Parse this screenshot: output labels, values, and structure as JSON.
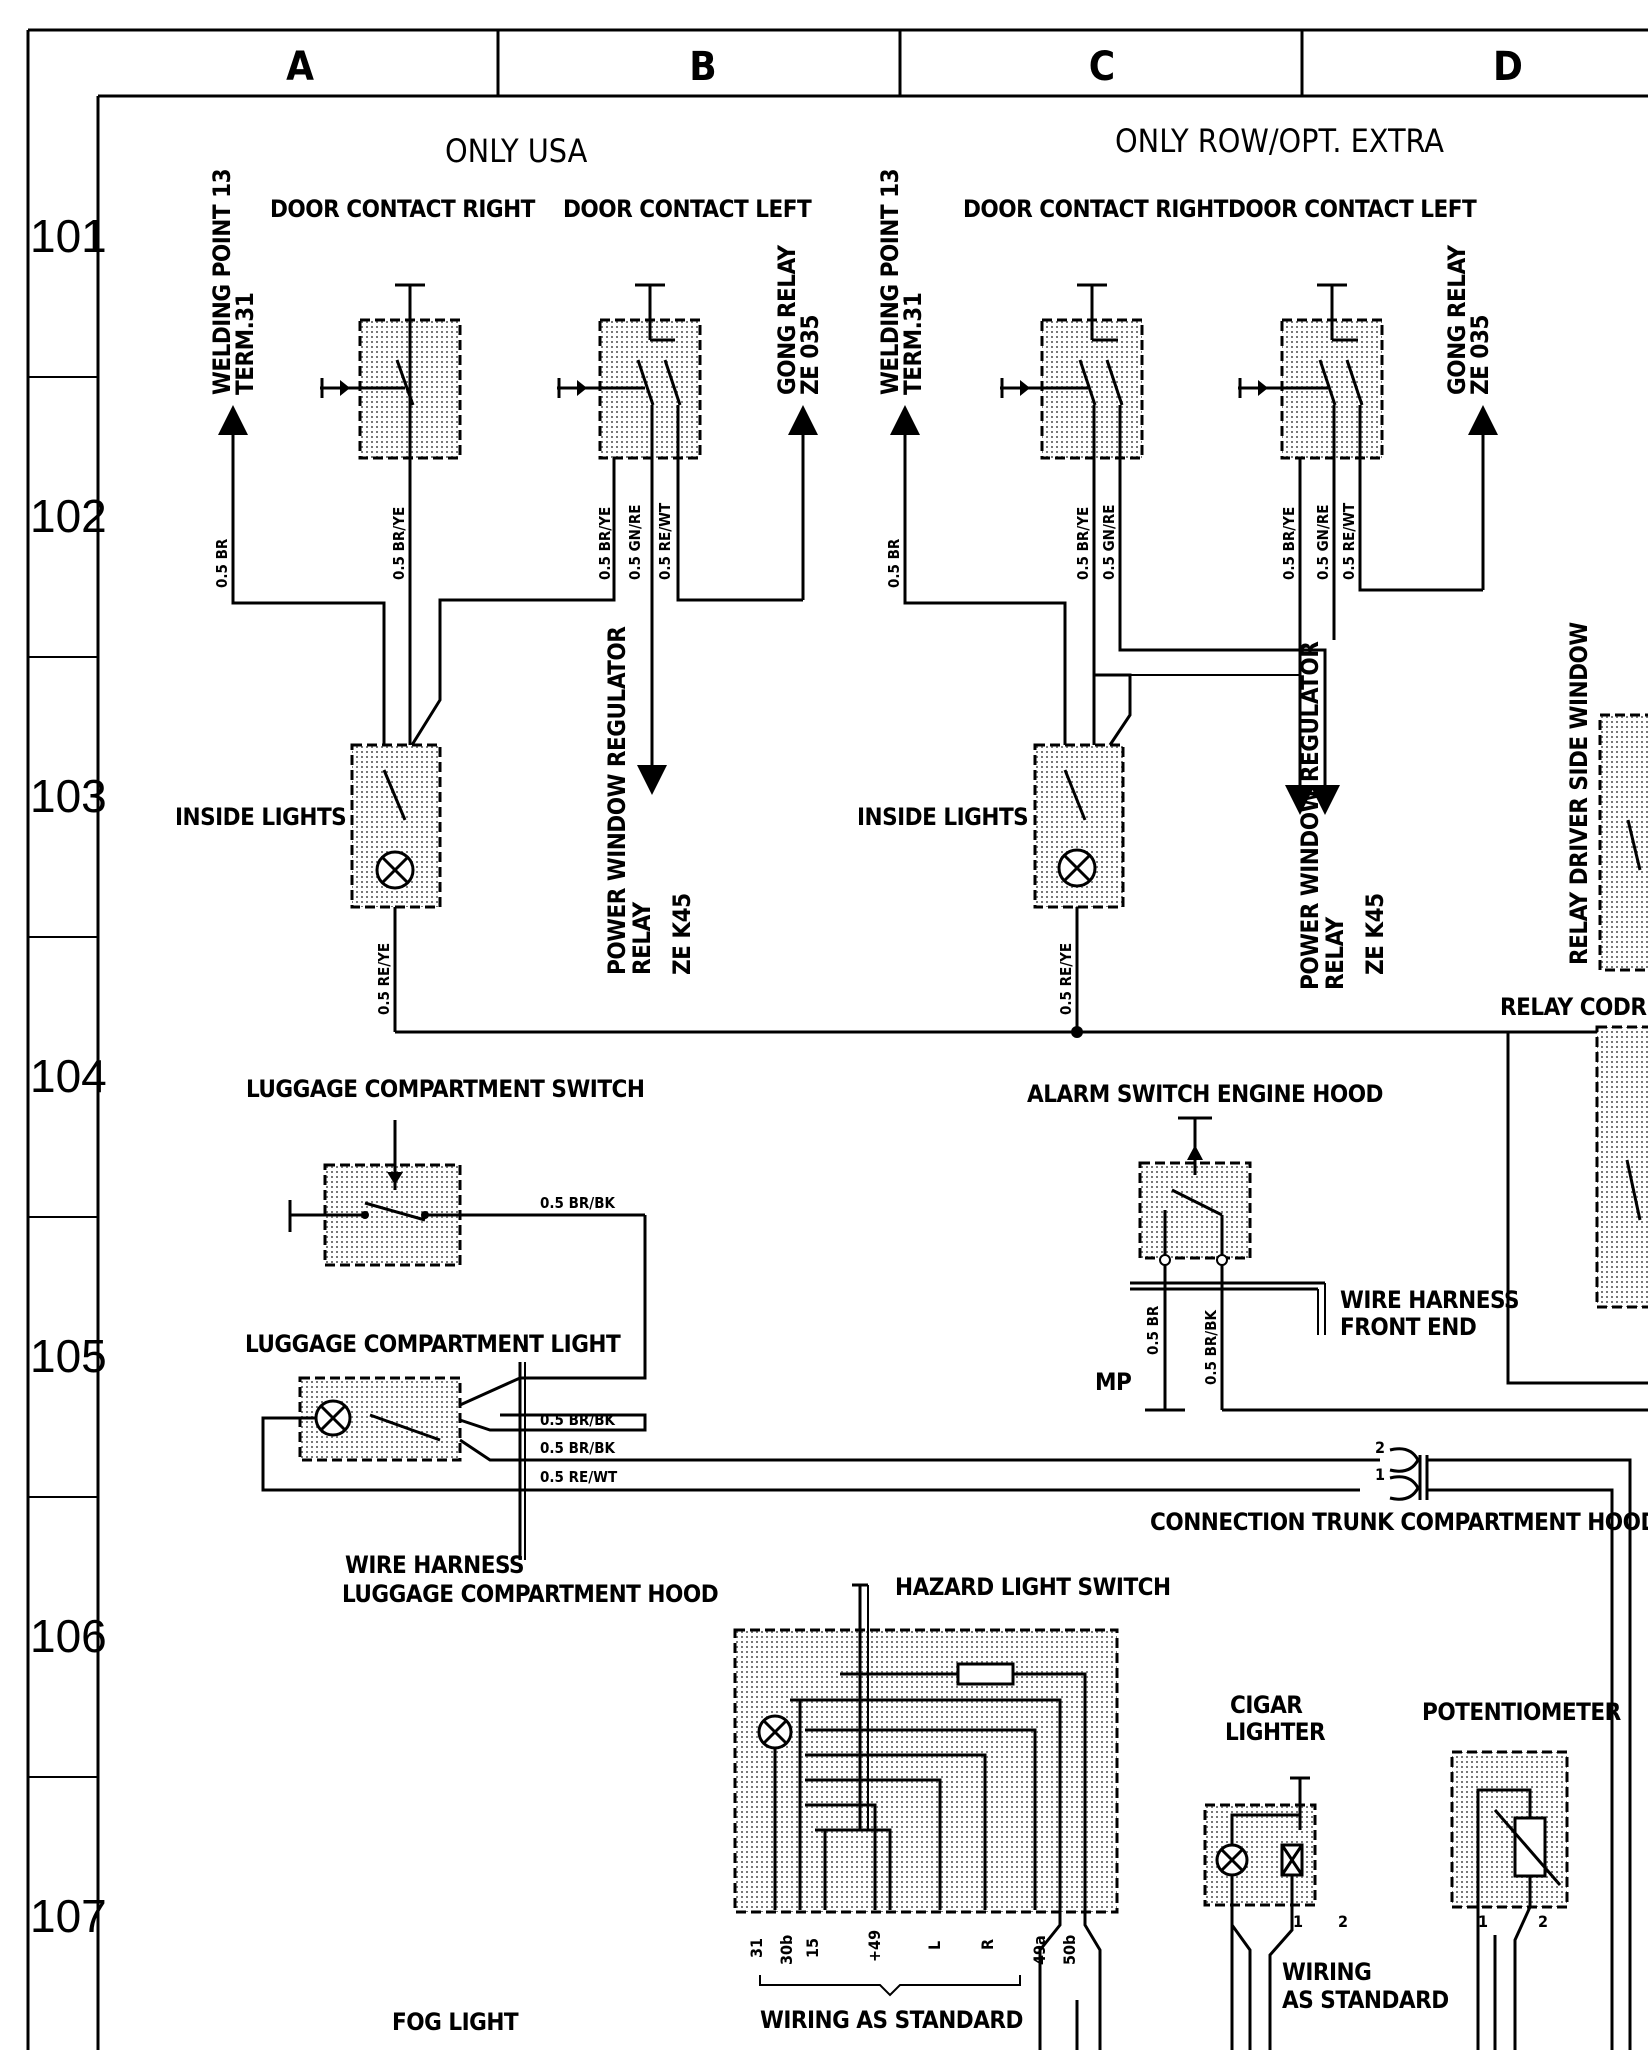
{
  "columns": [
    "A",
    "B",
    "C",
    "D"
  ],
  "rows": [
    "101",
    "102",
    "103",
    "104",
    "105",
    "106",
    "107"
  ],
  "region_labels": {
    "usa": "ONLY USA",
    "row": "ONLY ROW/OPT. EXTRA"
  },
  "usa": {
    "door_contact_right": "DOOR CONTACT RIGHT",
    "door_contact_left": "DOOR CONTACT LEFT",
    "welding_point": "WELDING POINT 13",
    "welding_term": "TERM.31",
    "gong_relay": "GONG RELAY",
    "gong_code": "ZE  035",
    "inside_lights": "INSIDE LIGHTS",
    "pw_line1": "POWER WINDOW REGULATOR",
    "pw_line2": "RELAY",
    "pw_line3": "ZE  K45",
    "w_br": "0.5 BR",
    "w_brye": "0.5 BR/YE",
    "w_brye2": "0.5 BR/YE",
    "w_gnre": "0.5 GN/RE",
    "w_rewt": "0.5 RE/WT",
    "w_reye": "0.5 RE/YE"
  },
  "row": {
    "door_contact_right": "DOOR CONTACT RIGHT",
    "door_contact_left": "DOOR CONTACT LEFT",
    "welding_point": "WELDING POINT 13",
    "welding_term": "TERM.31",
    "gong_relay": "GONG RELAY",
    "gong_code": "ZE  035",
    "inside_lights": "INSIDE LIGHTS",
    "pw_line1": "POWER WINDOW REGULATOR",
    "pw_line2": "RELAY",
    "pw_line3": "ZE  K45",
    "w_br": "0.5 BR",
    "w_brye": "0.5 BR/YE",
    "w_gnre": "0.5 GN/RE",
    "w_brye2": "0.5 BR/YE",
    "w_gnre2": "0.5 GN/RE",
    "w_rewt": "0.5 RE/WT",
    "w_reye": "0.5 RE/YE"
  },
  "relay_driver": "RELAY DRIVER SIDE WINDOW",
  "relay_codriver": "RELAY CODRIV",
  "luggage": {
    "switch": "LUGGAGE COMPARTMENT SWITCH",
    "light": "LUGGAGE COMPARTMENT LIGHT",
    "harness1": "WIRE HARNESS",
    "harness2": "LUGGAGE COMPARTMENT HOOD",
    "w1": "0.5 BR/BK",
    "w2": "0.5 BR/BK",
    "w3": "0.5 BR/BK",
    "w4": "0.5 RE/WT"
  },
  "alarm": {
    "label": "ALARM SWITCH ENGINE HOOD",
    "harness1": "WIRE HARNESS",
    "harness2": "FRONT END",
    "mp": "MP",
    "w_br": "0.5 BR",
    "w_brbk": "0.5 BR/BK"
  },
  "connection_trunk": "CONNECTION TRUNK COMPARTMENT HOOD",
  "conn_pins": [
    "2",
    "1"
  ],
  "hazard": {
    "label": "HAZARD LIGHT SWITCH",
    "pins": [
      "31",
      "30b",
      "15",
      "+49",
      "L",
      "R",
      "49a"
    ],
    "pin_50b": "50b",
    "wiring": "WIRING AS STANDARD"
  },
  "cigar": {
    "line1": "CIGAR",
    "line2": "LIGHTER",
    "wiring1": "WIRING",
    "wiring2": "AS STANDARD",
    "pins": [
      "1",
      "2"
    ]
  },
  "potentiometer": {
    "label": "POTENTIOMETER",
    "pins": [
      "1",
      "2"
    ]
  },
  "fog_light": "FOG LIGHT"
}
